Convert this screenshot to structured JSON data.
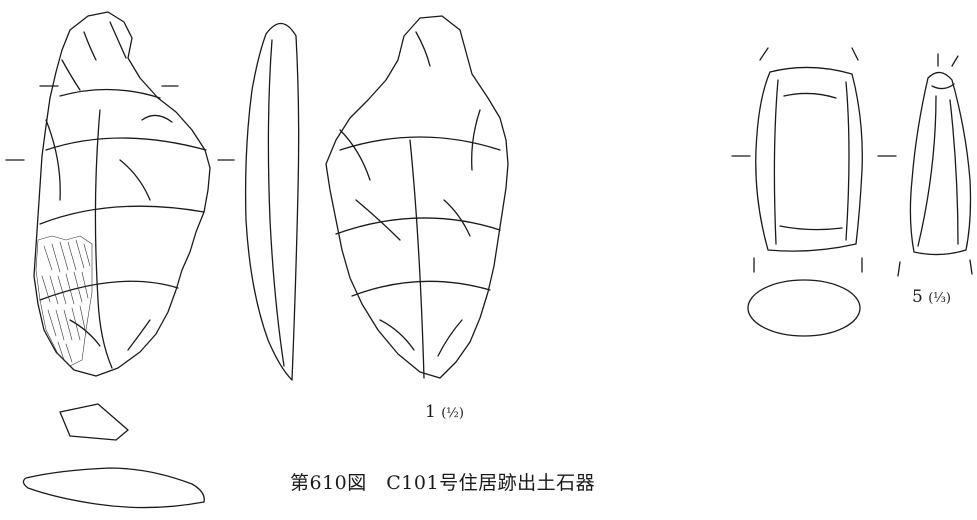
{
  "figure": {
    "caption": "第610図　C101号住居跡出土石器",
    "artifacts": [
      {
        "number": "1",
        "scale": "(½)"
      },
      {
        "number": "5",
        "scale": "(⅓)"
      }
    ]
  }
}
